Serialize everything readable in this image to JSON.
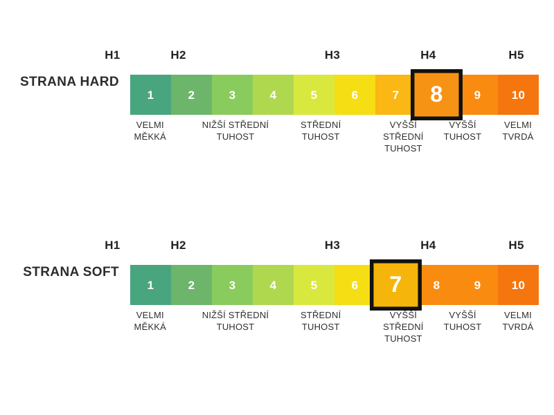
{
  "page": {
    "background": "#ffffff",
    "text_color": "#2c2c2c"
  },
  "chart_data": {
    "type": "heatmap",
    "title": "",
    "xlabel": "",
    "ylabel": "",
    "scales": [
      {
        "name": "STRANA HARD",
        "selected_value": 8,
        "highlight_color": "#F79314",
        "categories": [
          1,
          2,
          3,
          4,
          5,
          6,
          7,
          8,
          9,
          10
        ],
        "values": [
          1,
          2,
          3,
          4,
          5,
          6,
          7,
          8,
          9,
          10
        ],
        "colors": [
          "#49A57E",
          "#6CB56B",
          "#8ACB5D",
          "#AFD84F",
          "#D9E83F",
          "#F5DE13",
          "#FBB713",
          "#F79314",
          "#F98C10",
          "#F5750E"
        ],
        "groups": [
          {
            "label": "H1",
            "center_pct": 20.3
          },
          {
            "label": "H2",
            "center_pct": 32.2
          },
          {
            "label": "H3",
            "center_pct": 60.0
          },
          {
            "label": "H4",
            "center_pct": 77.3
          },
          {
            "label": "H5",
            "center_pct": 93.2
          }
        ],
        "descriptions": [
          {
            "text": "VELMI\nMĚKKÁ",
            "center_pct": 27.1
          },
          {
            "text": "NIŽŠÍ STŘEDNÍ\nTUHOST",
            "center_pct": 42.5
          },
          {
            "text": "STŘEDNÍ\nTUHOST",
            "center_pct": 57.9
          },
          {
            "text": "VYŠŠÍ\nSTŘEDNÍ\nTUHOST",
            "center_pct": 72.8
          },
          {
            "text": "VYŠŠÍ\nTUHOST",
            "center_pct": 83.5
          },
          {
            "text": "VELMI\nTVRDÁ",
            "center_pct": 93.5
          }
        ]
      },
      {
        "name": "STRANA SOFT",
        "selected_value": 7,
        "highlight_color": "#F6B50B",
        "categories": [
          1,
          2,
          3,
          4,
          5,
          6,
          7,
          8,
          9,
          10
        ],
        "values": [
          1,
          2,
          3,
          4,
          5,
          6,
          7,
          8,
          9,
          10
        ],
        "colors": [
          "#49A57E",
          "#6CB56B",
          "#8ACB5D",
          "#AFD84F",
          "#D9E83F",
          "#F5DE13",
          "#F6B50B",
          "#F98C10",
          "#F98C10",
          "#F5750E"
        ],
        "groups": [
          {
            "label": "H1",
            "center_pct": 20.3
          },
          {
            "label": "H2",
            "center_pct": 32.2
          },
          {
            "label": "H3",
            "center_pct": 60.0
          },
          {
            "label": "H4",
            "center_pct": 77.3
          },
          {
            "label": "H5",
            "center_pct": 93.2
          }
        ],
        "descriptions": [
          {
            "text": "VELMI\nMĚKKÁ",
            "center_pct": 27.1
          },
          {
            "text": "NIŽŠÍ STŘEDNÍ\nTUHOST",
            "center_pct": 42.5
          },
          {
            "text": "STŘEDNÍ\nTUHOST",
            "center_pct": 57.9
          },
          {
            "text": "VYŠŠÍ\nSTŘEDNÍ\nTUHOST",
            "center_pct": 72.8
          },
          {
            "text": "VYŠŠÍ\nTUHOST",
            "center_pct": 83.5
          },
          {
            "text": "VELMI\nTVRDÁ",
            "center_pct": 93.5
          }
        ]
      }
    ]
  }
}
